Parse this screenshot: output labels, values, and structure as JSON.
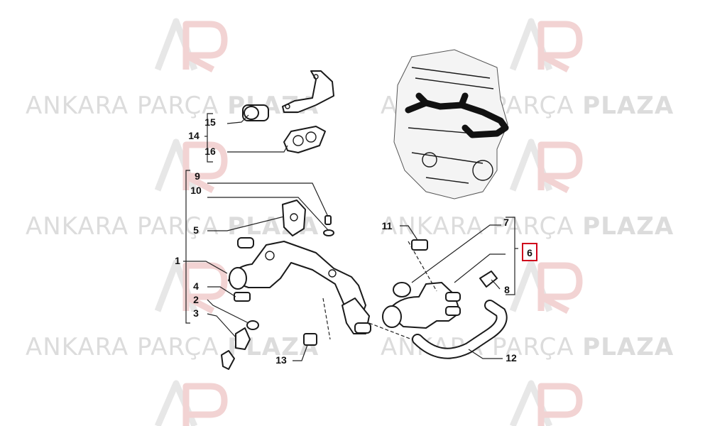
{
  "watermark": {
    "text_light": "ANKARA PARÇA",
    "text_bold": "PLAZA",
    "logo_accent": "#e04040"
  },
  "callouts": [
    "1",
    "2",
    "3",
    "4",
    "5",
    "6",
    "7",
    "8",
    "9",
    "10",
    "11",
    "12",
    "13",
    "14",
    "15",
    "16"
  ],
  "highlighted_callout": "6",
  "colors": {
    "highlight": "#d0021b",
    "line": "#1a1a1a"
  }
}
